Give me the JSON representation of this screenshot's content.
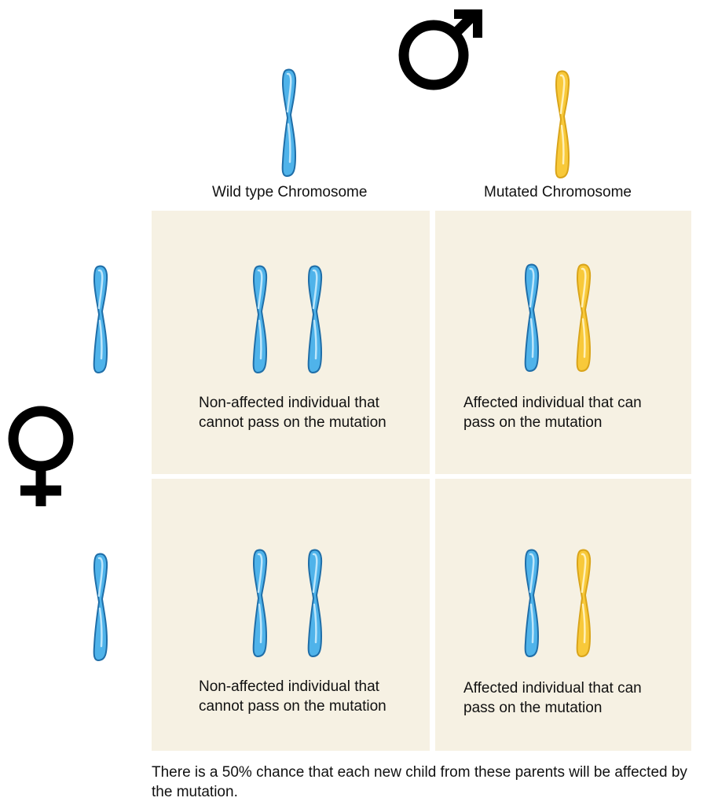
{
  "colors": {
    "wild_type": "#4fb3ea",
    "wild_type_edge": "#1f6ea8",
    "mutated": "#f8c93a",
    "mutated_edge": "#d9a41a",
    "cell_background": "#f6f1e3",
    "symbol": "#000000"
  },
  "icons": {
    "male": "male-symbol-icon",
    "female": "female-symbol-icon"
  },
  "father": {
    "wild_type_label": "Wild type Chromosome",
    "mutated_label": "Mutated Chromosome"
  },
  "cells": {
    "top_left": "Non-affected individual that\ncannot pass on the mutation",
    "top_right": "Affected individual that can\npass on the mutation",
    "bottom_left": "Non-affected individual that\ncannot pass on the mutation",
    "bottom_right": "Affected individual that can\npass on the mutation"
  },
  "footnote": "There is a 50% chance that each new child from these parents will be affected by the mutation."
}
